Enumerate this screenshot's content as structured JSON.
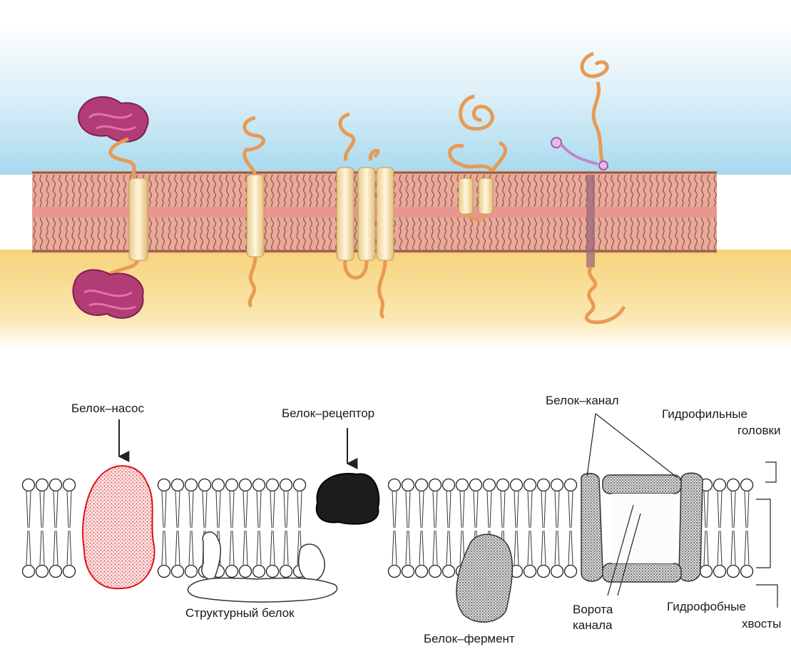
{
  "bottom_diagram": {
    "labels": {
      "pump": "Белок–насос",
      "receptor": "Белок–рецептор",
      "channel": "Белок–канал",
      "hydrophilic_heads_1": "Гидрофильные",
      "hydrophilic_heads_2": "головки",
      "structural": "Структурный белок",
      "enzyme": "Белок–фермент",
      "gate_1": "Ворота",
      "gate_2": "канала",
      "hydrophobic_tails_1": "Гидрофобные",
      "hydrophobic_tails_2": "хвосты"
    }
  },
  "colors": {
    "extracellular": "#bfe3f2",
    "cytoplasm": "#f8dc88",
    "membrane": "#e9a99a",
    "lipid_line": "#7a4f33",
    "protein_helix": "#f7eac4",
    "protein_chain": "#e99a54",
    "pump_protein": "#b23c76",
    "glyco_chain": "#c386c8",
    "pump_outline": "#e0101a"
  }
}
